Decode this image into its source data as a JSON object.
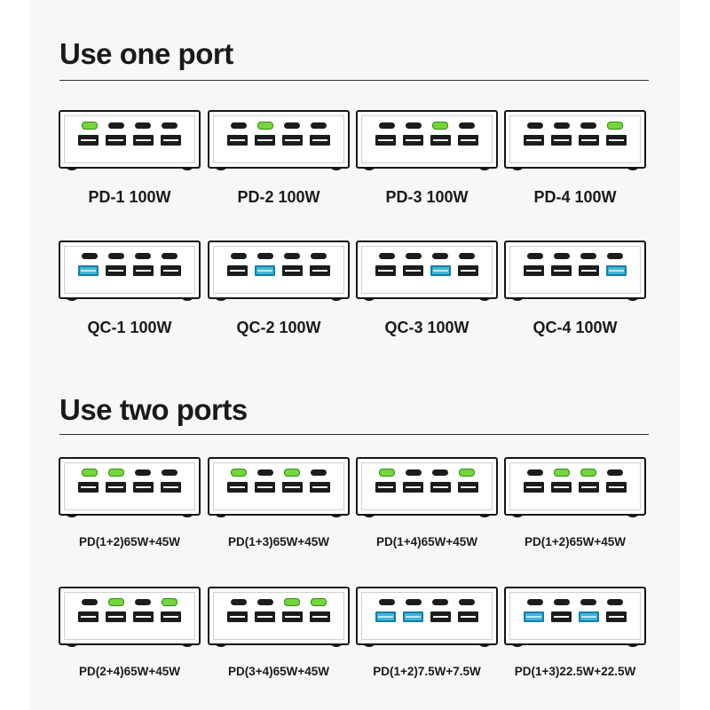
{
  "sections": [
    {
      "title": "Use one port",
      "items": [
        {
          "label": "PD-1 100W",
          "usb_c": [
            true,
            false,
            false,
            false
          ],
          "usb_a": [
            false,
            false,
            false,
            false
          ]
        },
        {
          "label": "PD-2 100W",
          "usb_c": [
            false,
            true,
            false,
            false
          ],
          "usb_a": [
            false,
            false,
            false,
            false
          ]
        },
        {
          "label": "PD-3 100W",
          "usb_c": [
            false,
            false,
            true,
            false
          ],
          "usb_a": [
            false,
            false,
            false,
            false
          ]
        },
        {
          "label": "PD-4 100W",
          "usb_c": [
            false,
            false,
            false,
            true
          ],
          "usb_a": [
            false,
            false,
            false,
            false
          ]
        },
        {
          "label": "QC-1 100W",
          "usb_c": [
            false,
            false,
            false,
            false
          ],
          "usb_a": [
            true,
            false,
            false,
            false
          ]
        },
        {
          "label": "QC-2 100W",
          "usb_c": [
            false,
            false,
            false,
            false
          ],
          "usb_a": [
            false,
            true,
            false,
            false
          ]
        },
        {
          "label": "QC-3 100W",
          "usb_c": [
            false,
            false,
            false,
            false
          ],
          "usb_a": [
            false,
            false,
            true,
            false
          ]
        },
        {
          "label": "QC-4 100W",
          "usb_c": [
            false,
            false,
            false,
            false
          ],
          "usb_a": [
            false,
            false,
            false,
            true
          ]
        }
      ]
    },
    {
      "title": "Use two ports",
      "items": [
        {
          "label": "PD(1+2)65W+45W",
          "usb_c": [
            true,
            true,
            false,
            false
          ],
          "usb_a": [
            false,
            false,
            false,
            false
          ]
        },
        {
          "label": "PD(1+3)65W+45W",
          "usb_c": [
            true,
            false,
            true,
            false
          ],
          "usb_a": [
            false,
            false,
            false,
            false
          ]
        },
        {
          "label": "PD(1+4)65W+45W",
          "usb_c": [
            true,
            false,
            false,
            true
          ],
          "usb_a": [
            false,
            false,
            false,
            false
          ]
        },
        {
          "label": "PD(1+2)65W+45W",
          "usb_c": [
            false,
            true,
            true,
            false
          ],
          "usb_a": [
            false,
            false,
            false,
            false
          ]
        },
        {
          "label": "PD(2+4)65W+45W",
          "usb_c": [
            false,
            true,
            false,
            true
          ],
          "usb_a": [
            false,
            false,
            false,
            false
          ]
        },
        {
          "label": "PD(3+4)65W+45W",
          "usb_c": [
            false,
            false,
            true,
            true
          ],
          "usb_a": [
            false,
            false,
            false,
            false
          ]
        },
        {
          "label": "PD(1+2)7.5W+7.5W",
          "usb_c": [
            false,
            false,
            false,
            false
          ],
          "usb_a": [
            true,
            true,
            false,
            false
          ]
        },
        {
          "label": "PD(1+3)22.5W+22.5W",
          "usb_c": [
            false,
            false,
            false,
            false
          ],
          "usb_a": [
            true,
            false,
            true,
            false
          ]
        }
      ]
    }
  ],
  "colors": {
    "usb_c_active": "#74d63a",
    "usb_a_active": "#3fb6dc",
    "port_inactive": "#1c1c1c"
  }
}
